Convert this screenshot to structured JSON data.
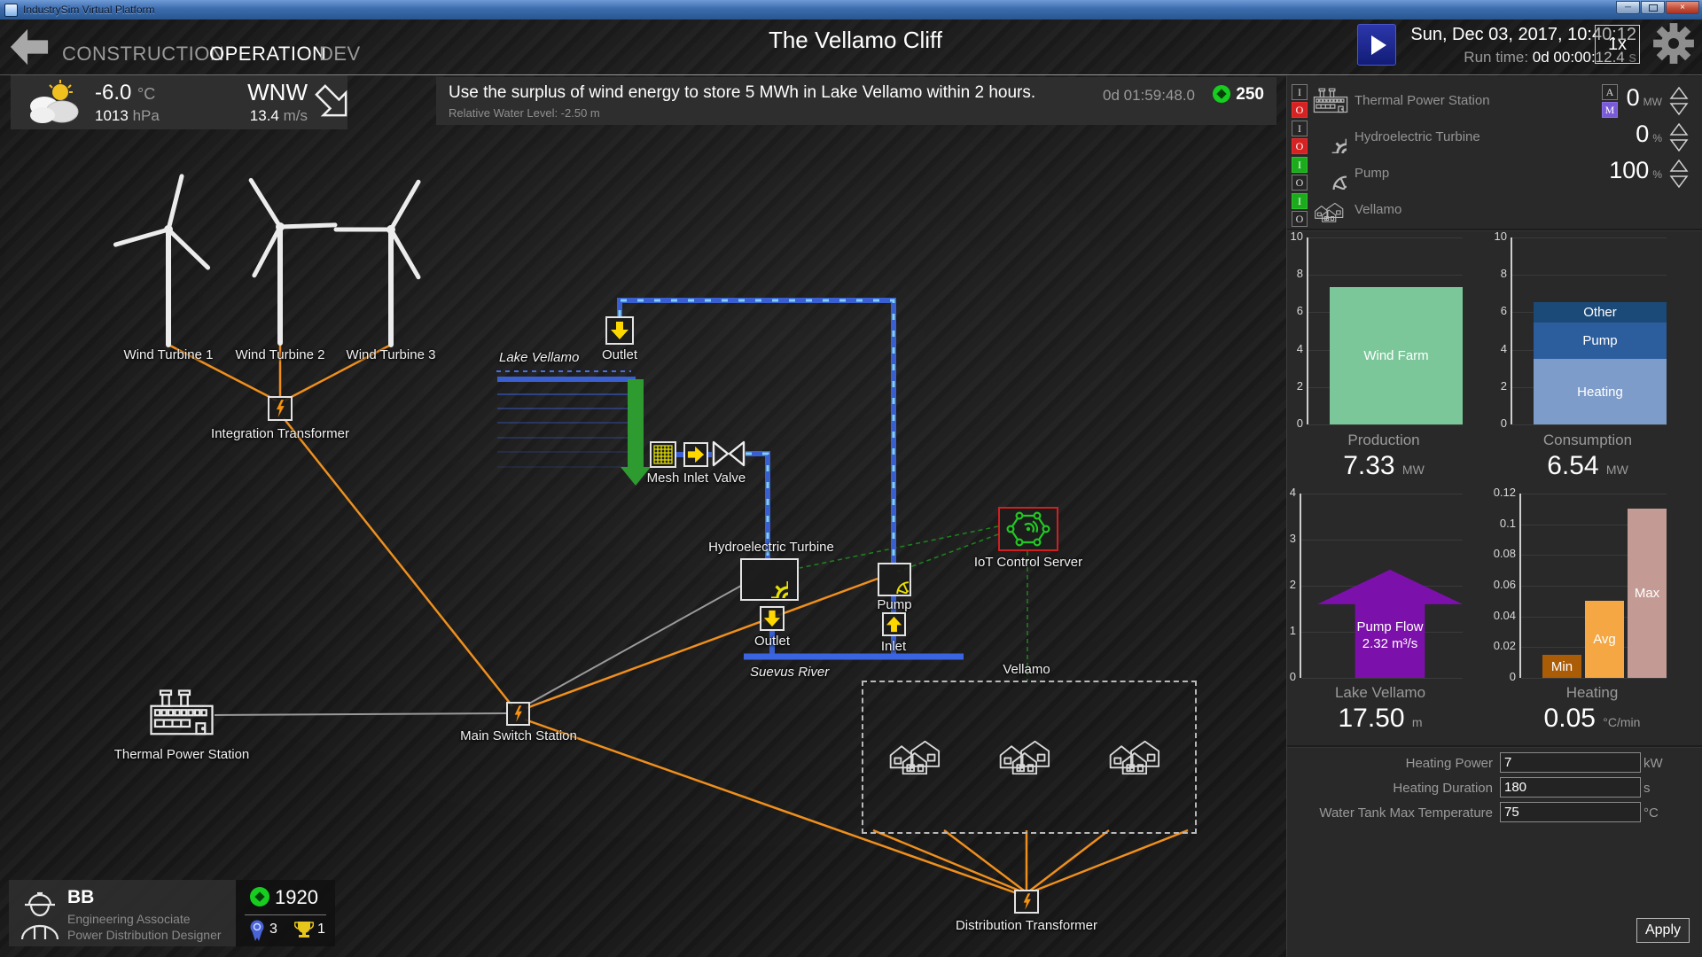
{
  "window": {
    "title": "IndustrySim Virtual Platform",
    "buttons": [
      "minimize",
      "maximize",
      "close"
    ]
  },
  "nav": {
    "tabs": [
      {
        "label": "CONSTRUCTION",
        "active": false
      },
      {
        "label": "OPERATION",
        "active": true
      },
      {
        "label": "DEV",
        "active": false
      }
    ],
    "title": "The Vellamo Cliff",
    "datetime": "Sun, Dec 03, 2017, 10:40:12",
    "runtime_label": "Run time:",
    "runtime_value": "0d 00:00:12.4",
    "runtime_unit": "s",
    "speed": "1x"
  },
  "weather": {
    "temperature": "-6.0",
    "temperature_unit": "°C",
    "pressure": "1013",
    "pressure_unit": "hPa",
    "wind_direction": "WNW",
    "wind_speed": "13.4",
    "wind_speed_unit": "m/s"
  },
  "mission": {
    "text": "Use the surplus of wind energy to store 5 MWh in Lake Vellamo within 2 hours.",
    "subtext": "Relative Water Level: -2.50 m",
    "time_left": "0d 01:59:48.0",
    "reward": "250"
  },
  "diagram": {
    "wind_turbines": [
      "Wind Turbine 1",
      "Wind Turbine 2",
      "Wind Turbine 3"
    ],
    "integration_transformer": "Integration Transformer",
    "thermal_power_station": "Thermal Power Station",
    "main_switch_station": "Main Switch Station",
    "distribution_transformer": "Distribution Transformer",
    "lake": "Lake Vellamo",
    "outlet_top": "Outlet",
    "mesh": "Mesh",
    "inlet_top": "Inlet",
    "valve": "Valve",
    "hydro_turbine": "Hydroelectric Turbine",
    "outlet_bottom": "Outlet",
    "pump": "Pump",
    "inlet_bottom": "Inlet",
    "river": "Suevus River",
    "iot_server": "IoT Control Server",
    "residential_area": "Vellamo"
  },
  "panel": {
    "io_labels": [
      "I",
      "O"
    ],
    "mode_labels": [
      "A",
      "M"
    ],
    "devices": [
      {
        "name": "Thermal Power Station",
        "io_active": "O",
        "mode_active": "M",
        "value": "0",
        "unit": "MW"
      },
      {
        "name": "Hydroelectric Turbine",
        "io_active": "O",
        "value": "0",
        "unit": "%"
      },
      {
        "name": "Pump",
        "io_active": "I",
        "value": "100",
        "unit": "%"
      },
      {
        "name": "Vellamo",
        "io_active": "I"
      }
    ]
  },
  "chart_data": [
    {
      "id": "production",
      "type": "bar",
      "title": "Production",
      "value_display": "7.33",
      "unit": "MW",
      "ylim": [
        0,
        10
      ],
      "yticks": [
        0,
        2,
        4,
        6,
        8,
        10
      ],
      "bars": [
        {
          "label": "Wind Farm",
          "value": 7.33,
          "color": "#7cc79a"
        }
      ]
    },
    {
      "id": "consumption",
      "type": "stacked-bar",
      "title": "Consumption",
      "value_display": "6.54",
      "unit": "MW",
      "ylim": [
        0,
        10
      ],
      "yticks": [
        0,
        2,
        4,
        6,
        8,
        10
      ],
      "segments": [
        {
          "label": "Heating",
          "value": 3.49,
          "color": "#7e9cca"
        },
        {
          "label": "Pump",
          "value": 1.95,
          "color": "#2c5d9c"
        },
        {
          "label": "Other",
          "value": 1.1,
          "color": "#1c4a78"
        }
      ]
    },
    {
      "id": "lake",
      "type": "arrow",
      "title": "Lake Vellamo",
      "value_display": "17.50",
      "unit": "m",
      "ylim": [
        0,
        4
      ],
      "yticks": [
        0,
        1,
        2,
        3,
        4
      ],
      "arrow": {
        "label_line1": "Pump Flow",
        "label_line2": "2.32 m³/s",
        "height": 2.35,
        "color": "#7c10aa"
      }
    },
    {
      "id": "heating",
      "type": "bar",
      "title": "Heating",
      "value_display": "0.05",
      "unit": "°C/min",
      "ylim": [
        0,
        0.12
      ],
      "yticks": [
        0,
        0.02,
        0.04,
        0.06,
        0.08,
        0.1,
        0.12
      ],
      "bars": [
        {
          "label": "Min",
          "value": 0.015,
          "color": "#ab5c06"
        },
        {
          "label": "Avg",
          "value": 0.05,
          "color": "#f4a743"
        },
        {
          "label": "Max",
          "value": 0.11,
          "color": "#c49b94"
        }
      ]
    }
  ],
  "controls": {
    "rows": [
      {
        "label": "Heating Power",
        "value": "7",
        "unit": "kW"
      },
      {
        "label": "Heating Duration",
        "value": "180",
        "unit": "s"
      },
      {
        "label": "Water Tank Max Temperature",
        "value": "75",
        "unit": "°C"
      }
    ],
    "apply_label": "Apply"
  },
  "player": {
    "name": "BB",
    "role_line1": "Engineering Associate",
    "role_line2": "Power Distribution Designer",
    "score": "1920",
    "medals": "3",
    "trophies": "1"
  },
  "colors": {
    "accent_orange": "#ef8f1d",
    "pipe_blue": "#3a5fd0",
    "pipe_flow": "#7fd2f2",
    "grid_green": "#1e8a1e",
    "io_on_green": "#1cab1c",
    "io_off_red": "#d62222",
    "mode_manual_purple": "#7a5bd6",
    "reward_green": "#17cd1f",
    "iot_green": "#22c822"
  }
}
